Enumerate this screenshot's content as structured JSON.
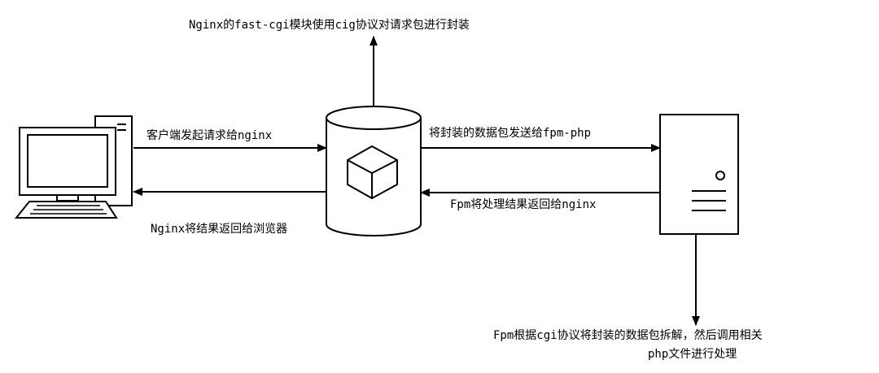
{
  "nodes": {
    "client": {
      "icon": "desktop-computer-icon"
    },
    "nginx": {
      "icon": "cube-database-icon"
    },
    "fpm": {
      "icon": "server-tower-icon"
    }
  },
  "labels": {
    "nginx_encapsulate": "Nginx的fast-cgi模块使用cig协议对请求包进行封装",
    "client_request": "客户端发起请求给nginx",
    "nginx_to_browser": "Nginx将结果返回给浏览器",
    "send_to_fpm": "将封装的数据包发送给fpm-php",
    "fpm_return": "Fpm将处理结果返回给nginx",
    "fpm_process_line1": "Fpm根据cgi协议将封装的数据包拆解，然后调用相关",
    "fpm_process_line2": "php文件进行处理"
  }
}
